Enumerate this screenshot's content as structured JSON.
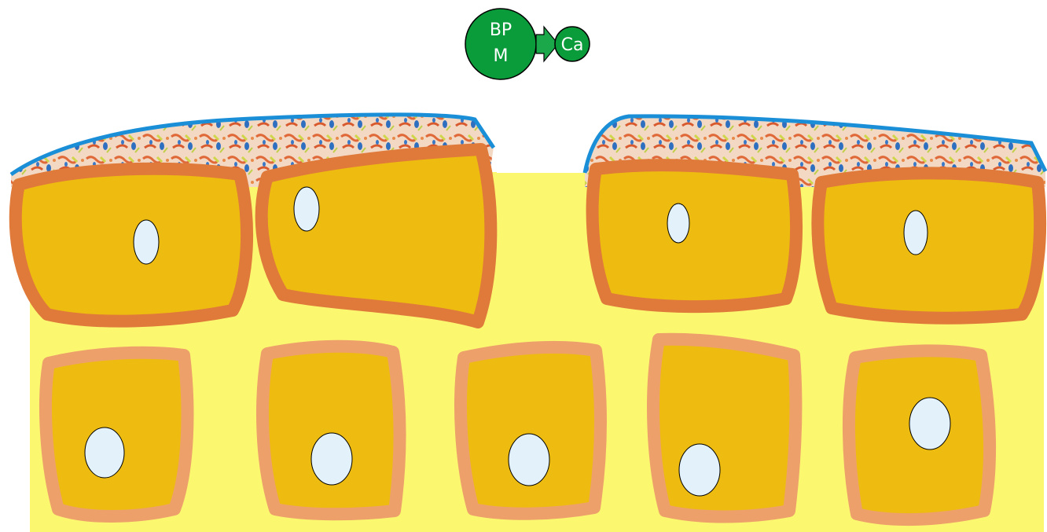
{
  "labels": {
    "bpm_line1": "BP",
    "bpm_line2": "M",
    "ca": "Ca"
  },
  "colors": {
    "background_yellow": "#fbf870",
    "cell_fill": "#eebc10",
    "upper_border": "#e07a3a",
    "lower_border": "#eea06a",
    "nucleus_fill": "#e3f1fa",
    "surface_line": "#1a8fd8",
    "circle_green": "#0a9b3a",
    "arrow_green": "#1aa84a"
  },
  "icons": [
    "bpm-molecule-icon",
    "arrow-right-icon",
    "calcium-ion-icon"
  ]
}
